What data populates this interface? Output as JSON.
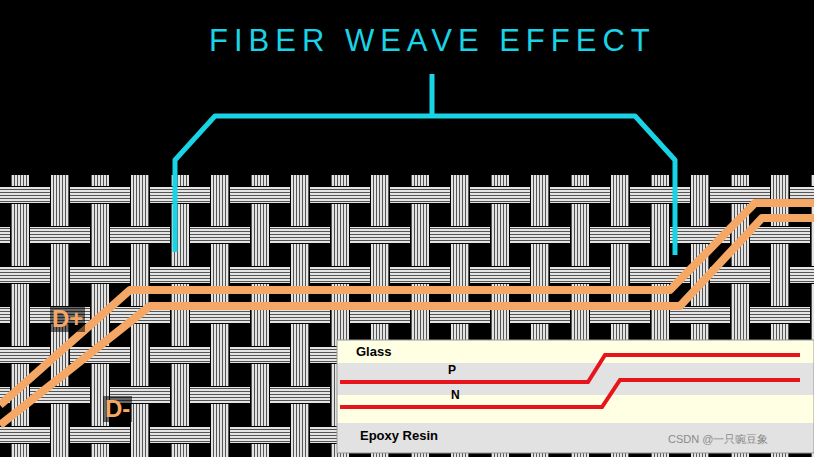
{
  "diagram": {
    "title": "FIBER WEAVE EFFECT",
    "labels": [
      "D+",
      "D-",
      "Glass",
      "P",
      "N",
      "Epoxy Resin",
      "CSDN @一只豌豆象"
    ]
  }
}
